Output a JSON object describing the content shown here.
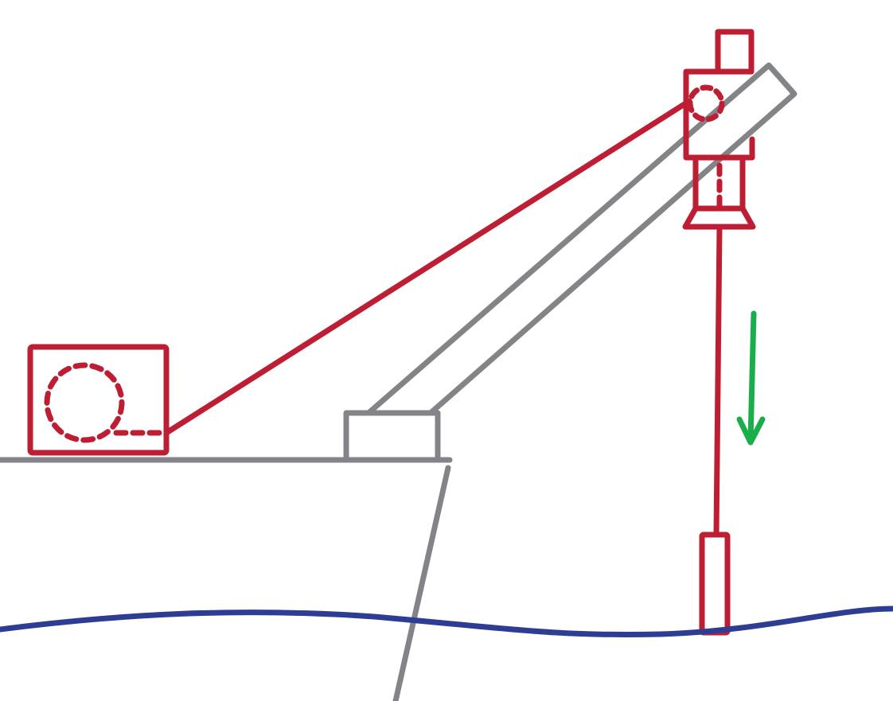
{
  "colors": {
    "background": "#ffffff",
    "structure": "#838487",
    "winch_gear": "#bd1e33",
    "motion_arrow": "#19ad4b",
    "water_surface": "#2e3d94"
  },
  "components": [
    {
      "id": "winch",
      "icon": "winch-drum-icon"
    },
    {
      "id": "deck",
      "icon": "deck-line"
    },
    {
      "id": "hull",
      "icon": "hull-outline"
    },
    {
      "id": "boom_base",
      "icon": "pedestal-block"
    },
    {
      "id": "boom",
      "icon": "crane-boom"
    },
    {
      "id": "sheave_block",
      "icon": "pulley-icon"
    },
    {
      "id": "hoist_cable",
      "icon": "cable-line"
    },
    {
      "id": "instrument",
      "icon": "probe-icon"
    },
    {
      "id": "direction",
      "icon": "arrow-down-icon"
    },
    {
      "id": "water",
      "icon": "wave-line"
    }
  ],
  "motion": {
    "direction": "down"
  }
}
